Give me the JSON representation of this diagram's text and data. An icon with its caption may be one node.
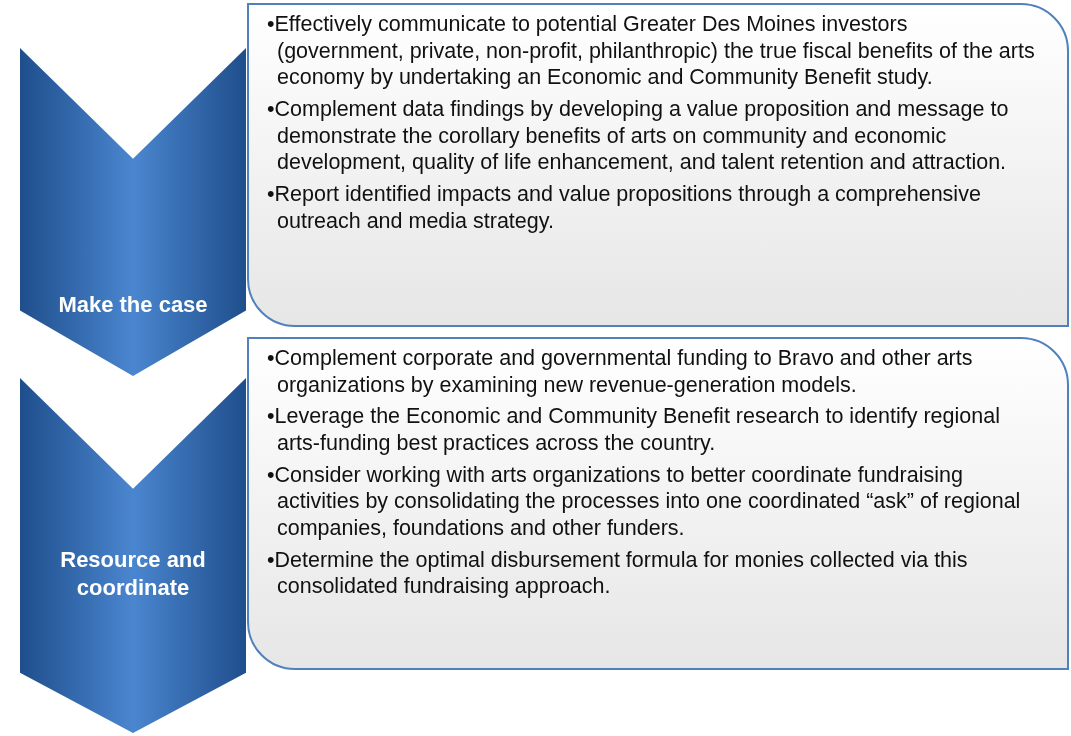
{
  "diagram": {
    "nodes": [
      {
        "text": [
          "Make the case"
        ]
      },
      {
        "text": [
          "•Effectively communicate to potential Greater Des Moines investors (government, private, non-profit, philanthropic) the true fiscal benefits of the arts economy by undertaking an Economic and Community Benefit study.",
          "•Complement data findings by developing a value proposition and message to demonstrate the corollary benefits of arts on community and economic development, quality of life enhancement, and talent retention and attraction.",
          "•Report identified impacts and value propositions through a comprehensive outreach and media strategy."
        ]
      },
      {
        "text": [
          "Resource and coordinate"
        ]
      },
      {
        "text": [
          "•Complement corporate and governmental funding to Bravo and other arts organizations by examining new revenue-generation models.",
          "•Leverage the Economic and Community Benefit research to identify regional arts-funding best practices across the country.",
          "•Consider working with arts organizations to better coordinate fundraising activities by consolidating the processes into one coordinated “ask” of regional companies, foundations and other funders.",
          "•Determine the optimal disbursement formula for monies collected via this consolidated fundraising approach."
        ]
      }
    ]
  }
}
